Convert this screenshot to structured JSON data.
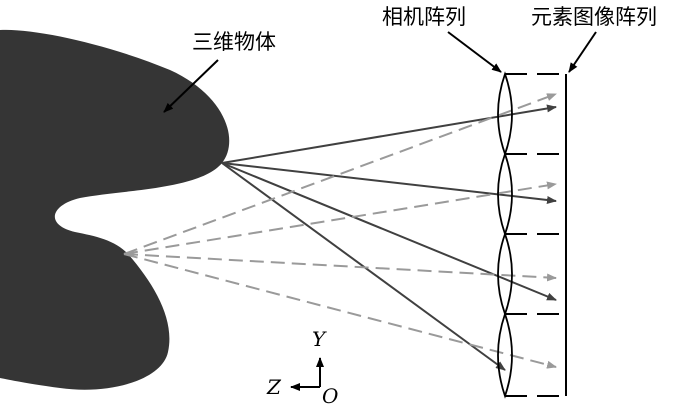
{
  "labels": {
    "object": "三维物体",
    "camera_array": "相机阵列",
    "element_image_array": "元素图像阵列"
  },
  "axes": {
    "y": "Y",
    "z": "Z",
    "origin": "O"
  },
  "colors": {
    "object_fill": "#353535",
    "solid_ray": "#404040",
    "dashed_ray": "#9a9a9a",
    "lens_stroke": "#000000"
  }
}
